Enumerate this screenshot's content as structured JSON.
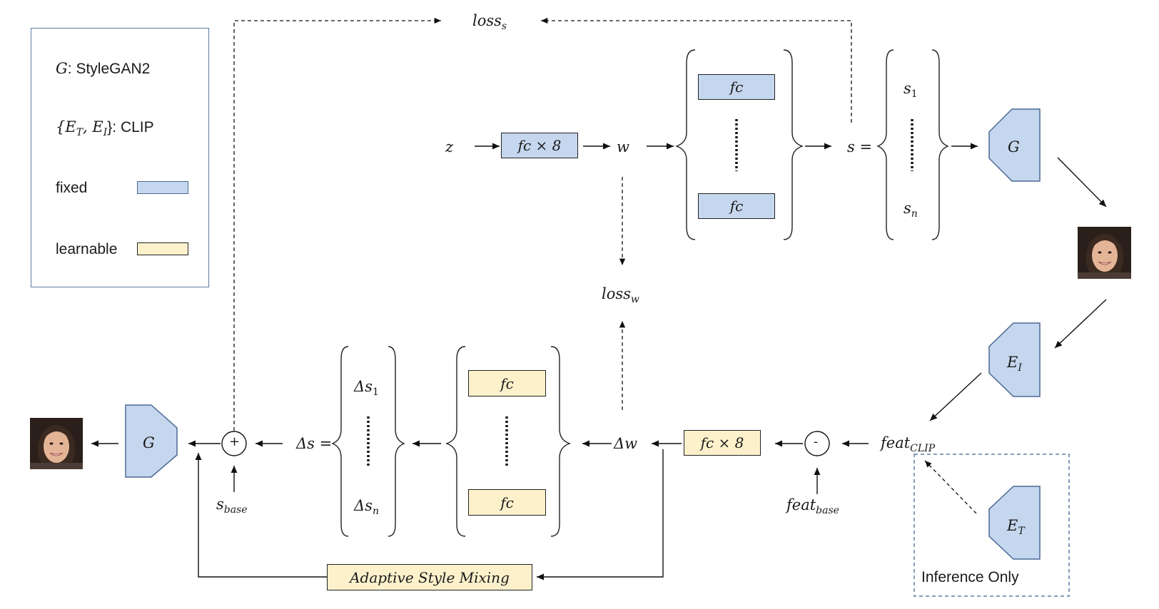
{
  "legend": {
    "g_label": "StyleGAN2",
    "g_symbol": "G",
    "e_symbol": "{E",
    "e_t": "T",
    "e_i": "I",
    "e_label": "}: CLIP",
    "fixed": "fixed",
    "learnable": "learnable",
    "fixed_color": "#c5d7ee",
    "learnable_color": "#fdf1cc"
  },
  "top_row": {
    "z": "z",
    "mapping": "fc × 8",
    "w": "w",
    "fc_top": "fc",
    "fc_bottom": "fc",
    "s_eq": "s =",
    "s1": "s",
    "s1_sub": "1",
    "sn": "s",
    "sn_sub": "n",
    "generator": "G"
  },
  "losses": {
    "loss_s": "loss",
    "loss_s_sub": "s",
    "loss_w": "loss",
    "loss_w_sub": "w"
  },
  "encoders": {
    "image_encoder": "E",
    "image_encoder_sub": "I",
    "text_encoder": "E",
    "text_encoder_sub": "T",
    "inference_only": "Inference Only"
  },
  "bottom_row": {
    "feat_clip": "feat",
    "feat_clip_sub": "CLIP",
    "minus": "-",
    "feat_base": "feat",
    "feat_base_sub": "base",
    "mapping": "fc × 8",
    "dw": "Δw",
    "fc_top": "fc",
    "fc_bottom": "fc",
    "ds_eq": "Δs =",
    "ds1": "Δs",
    "ds1_sub": "1",
    "dsn": "Δs",
    "dsn_sub": "n",
    "plus": "+",
    "s_base": "s",
    "s_base_sub": "base",
    "generator": "G",
    "asm": "Adaptive Style Mixing"
  }
}
